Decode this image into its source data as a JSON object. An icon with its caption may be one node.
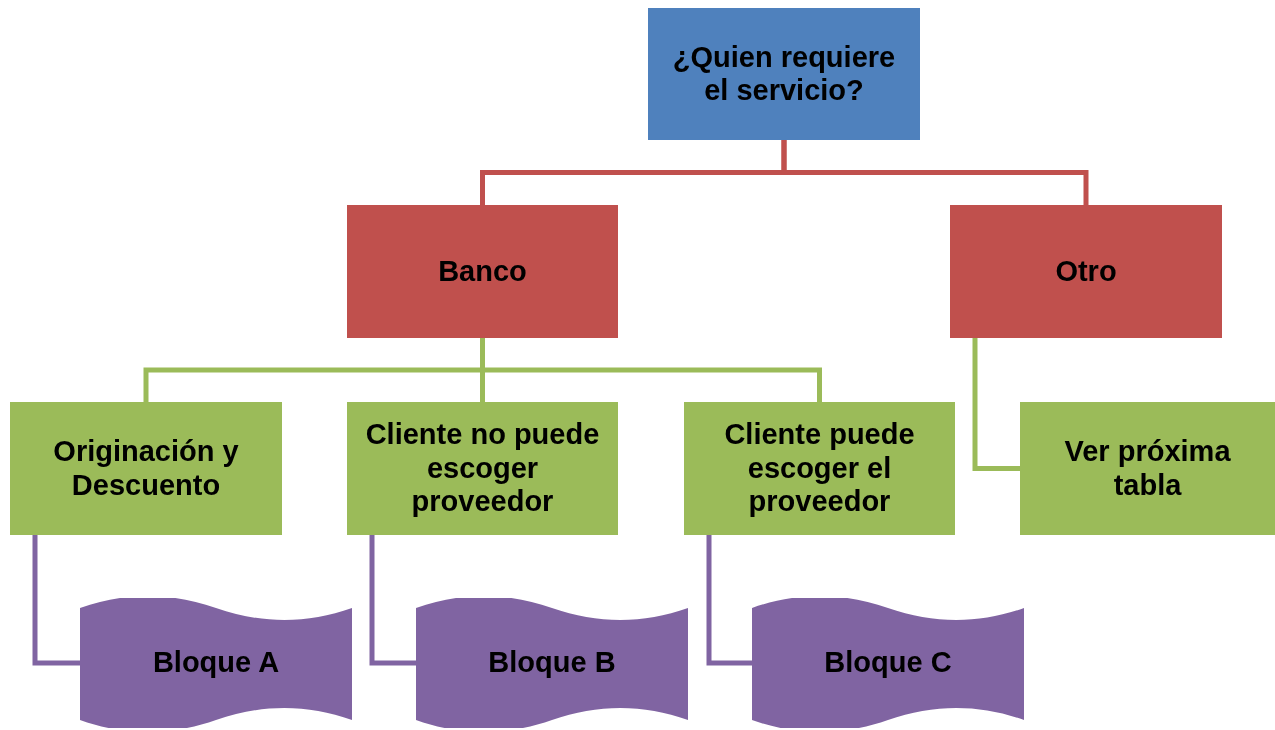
{
  "diagram": {
    "nodes": [
      {
        "text": [
          "¿Quien requiere el servicio?"
        ]
      },
      {
        "text": [
          "Banco"
        ]
      },
      {
        "text": [
          "Otro"
        ]
      },
      {
        "text": [
          "Originación y Descuento"
        ]
      },
      {
        "text": [
          "Cliente no puede escoger proveedor"
        ]
      },
      {
        "text": [
          "Cliente puede escoger el proveedor"
        ]
      },
      {
        "text": [
          "Ver próxima tabla"
        ]
      },
      {
        "text": [
          "Bloque A"
        ]
      },
      {
        "text": [
          "Bloque B"
        ]
      },
      {
        "text": [
          "Bloque C"
        ]
      }
    ],
    "edges": [
      {
        "from": 0,
        "to": 1,
        "arrow": "none",
        "color": "#c0504d"
      },
      {
        "from": 0,
        "to": 2,
        "arrow": "none",
        "color": "#c0504d"
      },
      {
        "from": 1,
        "to": 3,
        "arrow": "none"
      },
      {
        "from": 1,
        "to": 4,
        "arrow": "none"
      },
      {
        "from": 1,
        "to": 5,
        "arrow": "none"
      },
      {
        "from": 2,
        "to": 6,
        "arrow": "none"
      },
      {
        "from": 3,
        "to": 7,
        "arrow": "none",
        "color": "#8064a2"
      },
      {
        "from": 4,
        "to": 8,
        "arrow": "none",
        "color": "#8064a2"
      },
      {
        "from": 5,
        "to": 9,
        "arrow": "none",
        "color": "#8064a2"
      }
    ]
  }
}
